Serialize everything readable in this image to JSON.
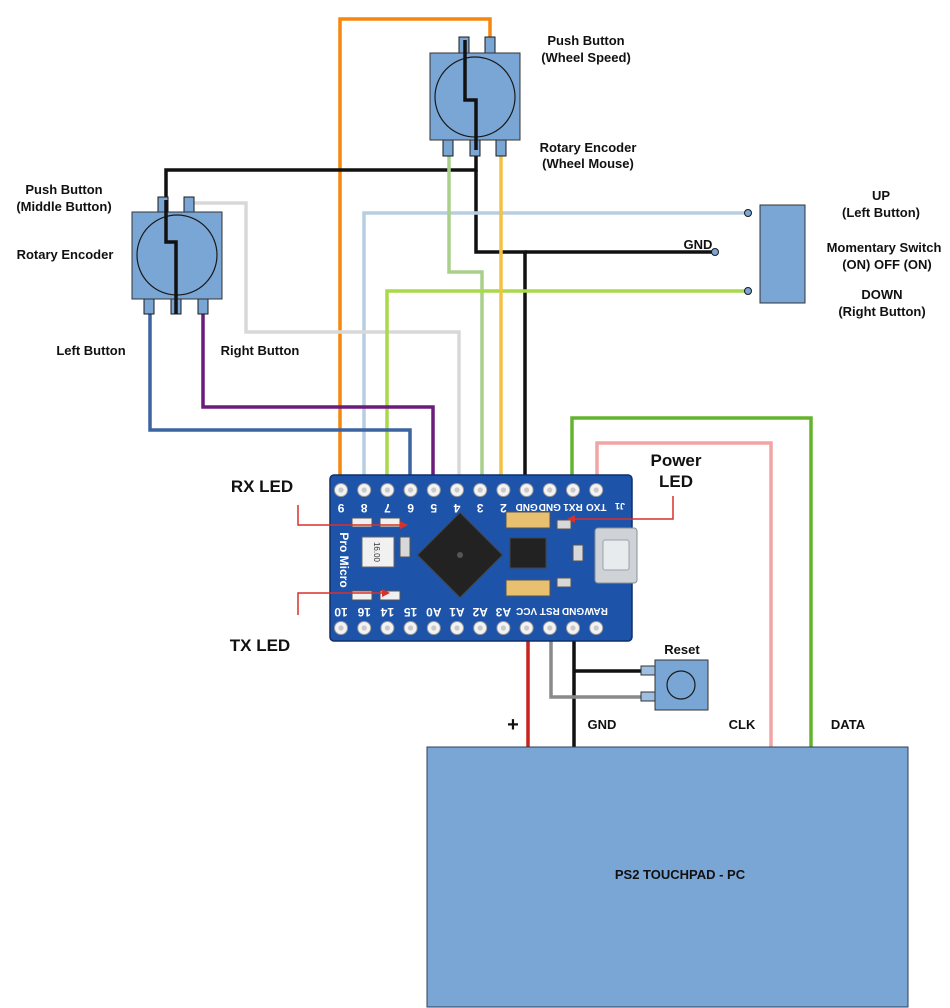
{
  "labels": {
    "push_button_wheel_l1": "Push Button",
    "push_button_wheel_l2": "(Wheel Speed)",
    "rotary_wheel_l1": "Rotary Encoder",
    "rotary_wheel_l2": "(Wheel Mouse)",
    "push_button_middle_l1": "Push Button",
    "push_button_middle_l2": "(Middle Button)",
    "rotary_left": "Rotary Encoder",
    "left_button": "Left Button",
    "right_button": "Right Button",
    "up_l1": "UP",
    "up_l2": "(Left Button)",
    "mom_l1": "Momentary Switch",
    "mom_l2": "(ON) OFF (ON)",
    "down_l1": "DOWN",
    "down_l2": "(Right Button)",
    "gnd_switch": "GND",
    "rx_led": "RX  LED",
    "tx_led": "TX  LED",
    "power_led_l1": "Power",
    "power_led_l2": "LED",
    "reset": "Reset",
    "plus": "+",
    "gnd_bottom": "GND",
    "clk": "CLK",
    "data": "DATA",
    "touchpad": "PS2 TOUCHPAD - PC"
  },
  "board": {
    "name": "Pro Micro",
    "top_pins": [
      "9",
      "8",
      "7",
      "6",
      "5",
      "4",
      "3",
      "2",
      "GND",
      "GND",
      "RX1",
      "TXO"
    ],
    "top_corner": "J1",
    "bottom_pins": [
      "10",
      "16",
      "14",
      "15",
      "A0",
      "A1",
      "A2",
      "A3",
      "VCC",
      "RST",
      "GND",
      "RAW"
    ],
    "crystal": "16.00"
  },
  "colors": {
    "orange": "#f5870f",
    "black": "#111111",
    "light_blue": "#b7cde2",
    "light_gray": "#d8d8d8",
    "light_green": "#a9cf8b",
    "lime": "#a9d94a",
    "yellow": "#f3c143",
    "dark_blue": "#3b64a0",
    "purple": "#6b1b7c",
    "green": "#63b32e",
    "pink": "#f2a3a3",
    "red": "#c8241d",
    "gray": "#8a8a8a",
    "component_blue": "#7aa6d6",
    "board_blue": "#1d53a8",
    "led_arrow": "#d8312c"
  }
}
